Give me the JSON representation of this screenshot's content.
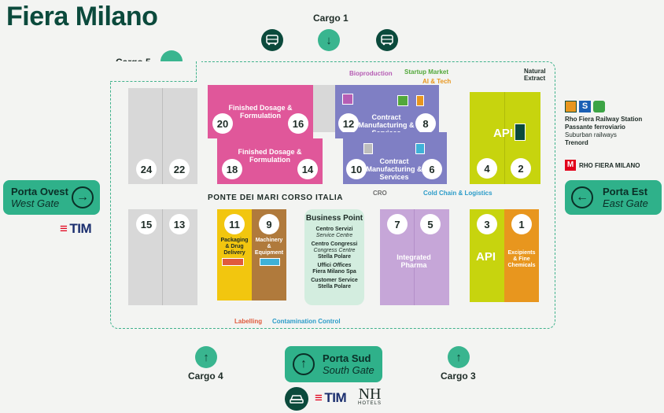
{
  "title": "Fiera Milano",
  "cargo": {
    "c1": "Cargo 1",
    "c3": "Cargo 3",
    "c4": "Cargo 4",
    "c5": "Cargo 5"
  },
  "gates": {
    "west": {
      "name": "Porta Ovest",
      "sub": "West Gate"
    },
    "east": {
      "name": "Porta Est",
      "sub": "East Gate"
    },
    "south": {
      "name": "Porta Sud",
      "sub": "South Gate"
    }
  },
  "street": "PONTE DEI MARI CORSO ITALIA",
  "halls": {
    "h24": "24",
    "h22": "22",
    "h15": "15",
    "h13": "13",
    "h20": "20",
    "h16": "16",
    "h18": "18",
    "h14": "14",
    "h12": "12",
    "h8": "8",
    "h10": "10",
    "h6": "6",
    "h4": "4",
    "h2": "2",
    "h3": "3",
    "h1": "1",
    "h11": "11",
    "h9": "9",
    "h7": "7",
    "h5": "5"
  },
  "labels": {
    "fdf": "Finished Dosage & Formulation",
    "cms": "Contract Manufacturing & Services",
    "api": "API",
    "bioproduction": "Bioproduction",
    "startup": "Startup Market",
    "ai": "AI & Tech",
    "natural": "Natural Extract",
    "cro": "CRO",
    "coldchain": "Cold Chain & Logistics",
    "packaging": "Packaging & Drug Delivery",
    "machinery": "Machinery & Equipment",
    "labelling": "Labelling",
    "contamination": "Contamination Control",
    "integrated": "Integrated Pharma",
    "excipients": "Excipients & Fine Chemicals"
  },
  "business_point": {
    "title": "Business Point",
    "l1": "Centro Servizi",
    "l1i": "Service Centre",
    "l2": "Centro Congressi",
    "l2i": "Congress Centre",
    "l2b": "Stella Polare",
    "l3": "Uffici",
    "l3i": "Offices",
    "l3b": "Fiera Milano Spa",
    "l4": "Customer Service",
    "l4b": "Stella Polare"
  },
  "rail": {
    "station": "Rho Fiera Railway Station",
    "passante": "Passante ferroviario",
    "suburban": "Suburban railways",
    "trenord": "Trenord",
    "metro": "RHO FIERA MILANO"
  },
  "brands": {
    "tim": "TIM",
    "nh": "NH",
    "hotels": "HOTELS"
  },
  "colors": {
    "pink": "#e0579a",
    "purple": "#7f7fc4",
    "lilac": "#c6a6d8",
    "lime": "#c7d40e",
    "orange": "#e8961e",
    "yellow": "#f2c60f",
    "brown": "#b07a3c",
    "grey": "#d8d8d8",
    "green": "#2fb18a"
  }
}
